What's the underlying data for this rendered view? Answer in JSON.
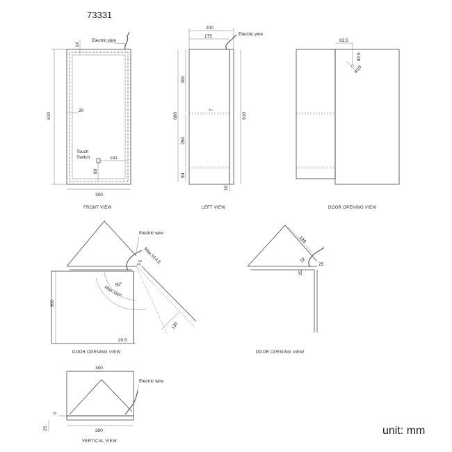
{
  "model_number": "73331",
  "unit": "unit: mm",
  "captions": {
    "front_view": "FRONT VIEW",
    "left_view": "LEFT VIEW",
    "door_opening_view_1": "DOOR   OPENING   VIEW",
    "door_opening_view_2": "DOOR   OPENING   VIEW",
    "door_opening_view_3": "DOOR   OPENING   VIEW",
    "vertical_view": "VERTICAL VIEW"
  },
  "labels": {
    "electric_wire": "Electric wire",
    "touch": "Touch",
    "switch": "Switch"
  },
  "front_view": {
    "height": "610",
    "width": "300",
    "border": "14",
    "inner_offset": "20",
    "switch_x": "141",
    "switch_y": "89"
  },
  "left_view": {
    "depth": "200",
    "body_depth": "175",
    "height_total": "610",
    "height_inner": "600",
    "upper": "300",
    "middle": "250",
    "lower": "50",
    "shelf_gap": "7",
    "base": "10"
  },
  "door_opening_right": {
    "offset_a": "82.5",
    "offset_b": "82.5",
    "hole": "Φ10"
  },
  "door_opening_a": {
    "max_reach": "Max.514.8",
    "gap": "3.5",
    "angle_90": "90°",
    "angle_max": "Max.110°",
    "height": "300",
    "width": "130",
    "bottom": "20.5"
  },
  "door_opening_b": {
    "diagonal": "199",
    "small": "22",
    "right": "25",
    "left": "25"
  },
  "vertical_view": {
    "top_width": "300",
    "bottom_width": "300",
    "zero": "0",
    "depth": "25"
  }
}
